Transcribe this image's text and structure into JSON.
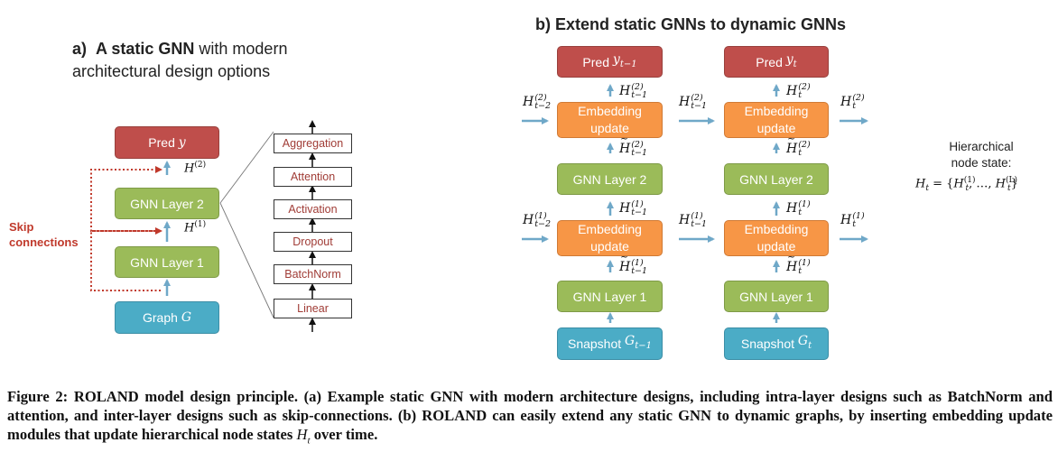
{
  "panel_a": {
    "heading_prefix": "a)",
    "heading_bold": "A static GNN",
    "heading_rest": "with modern",
    "heading_line2": "architectural design options",
    "pred_label": "Pred",
    "pred_var": "y",
    "gnn2_label": "GNN Layer 2",
    "gnn1_label": "GNN Layer 1",
    "graph_label": "Graph",
    "graph_var": "G",
    "h_var": "H",
    "h2_sup": "(2)",
    "h1_sup": "(1)",
    "skip_line1": "Skip",
    "skip_line2": "connections",
    "layer_stack": [
      "Aggregation",
      "Attention",
      "Activation",
      "Dropout",
      "BatchNorm",
      "Linear"
    ]
  },
  "panel_b": {
    "heading": "b) Extend static GNNs to dynamic GNNs",
    "pred_label": "Pred",
    "pred_var": "y",
    "sub_prev": "t−1",
    "sub_curr": "t",
    "emb_line1": "Embedding",
    "emb_line2": "update",
    "gnn2_label": "GNN Layer 2",
    "gnn1_label": "GNN Layer 1",
    "snapshot_label": "Snapshot",
    "snapshot_var": "G",
    "h_var": "H",
    "sup2": "(2)",
    "sup1": "(1)",
    "sub_t2": "t−2",
    "sub_t1": "t−1",
    "sub_t": "t"
  },
  "hier": {
    "line1": "Hierarchical",
    "line2": "node state:",
    "formula_lhs": "H",
    "formula_lhs_sub": "t",
    "formula_eq": "= {",
    "formula_h": "H",
    "formula_sub": "t",
    "formula_sup1": "(1)",
    "formula_mid": ", …, ",
    "formula_supL": "(L)",
    "formula_end": "}"
  },
  "caption": {
    "prefix": "Figure 2: ROLAND model design principle. (a) Example static GNN with modern architecture designs, including intra-layer designs such as BatchNorm and attention, and inter-layer designs such as skip-connections. (b) ROLAND can easily extend any static GNN to dynamic graphs, by inserting embedding update modules that update hierarchical node states ",
    "var": "H",
    "var_sub": "t",
    "suffix": " over time."
  },
  "colors": {
    "pred": "#bf4e4b",
    "gnn": "#9bbb59",
    "graph": "#4bacc6",
    "embedding": "#f79646",
    "arrow": "#6fa8c8",
    "skip": "#c0392b"
  },
  "icons": [
    "up-arrow-icon",
    "right-arrow-icon"
  ]
}
